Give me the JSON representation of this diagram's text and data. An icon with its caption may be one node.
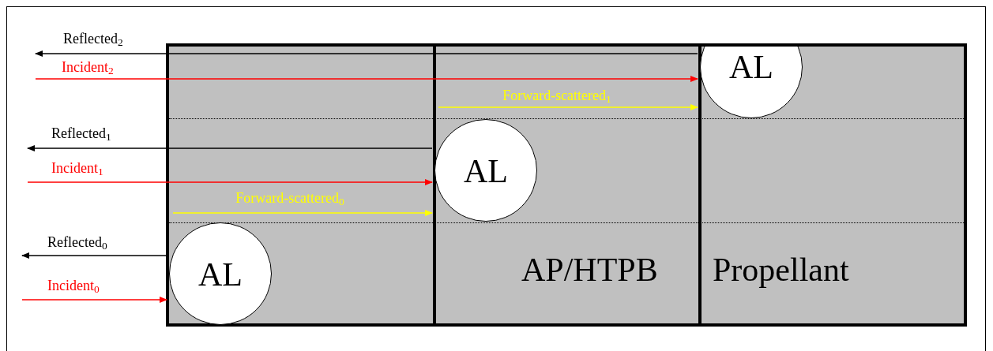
{
  "diagram": {
    "nodes": [
      {
        "text": [
          "AL"
        ]
      },
      {
        "text": [
          "AL"
        ]
      },
      {
        "text": [
          "AL"
        ]
      }
    ],
    "edges": [
      {
        "from": 0,
        "to": null,
        "arrow": "to",
        "label": "Reflected$_{2}$"
      },
      {
        "from": null,
        "to": 0,
        "arrow": "to",
        "label": "Incident$_{2}$",
        "color": "#ff0000"
      },
      {
        "from": 1,
        "to": 0,
        "arrow": "to",
        "label": "Forward-scattered$_{1}$",
        "color": "#ffff00"
      },
      {
        "from": 1,
        "to": null,
        "arrow": "to",
        "label": "Reflected$_{1}$"
      },
      {
        "from": null,
        "to": 1,
        "arrow": "to",
        "label": "Incident$_{1}$",
        "color": "#ff0000"
      },
      {
        "from": 2,
        "to": 1,
        "arrow": "to",
        "label": "Forward-scattered$_{0}$",
        "color": "#ffff00"
      },
      {
        "from": 2,
        "to": null,
        "arrow": "to",
        "label": "Reflected$_{0}$"
      },
      {
        "from": null,
        "to": 2,
        "arrow": "to",
        "label": "Incident$_{0}$",
        "color": "#ff0000"
      }
    ],
    "labels": [
      "AP/HTPB",
      "Propellant"
    ]
  }
}
